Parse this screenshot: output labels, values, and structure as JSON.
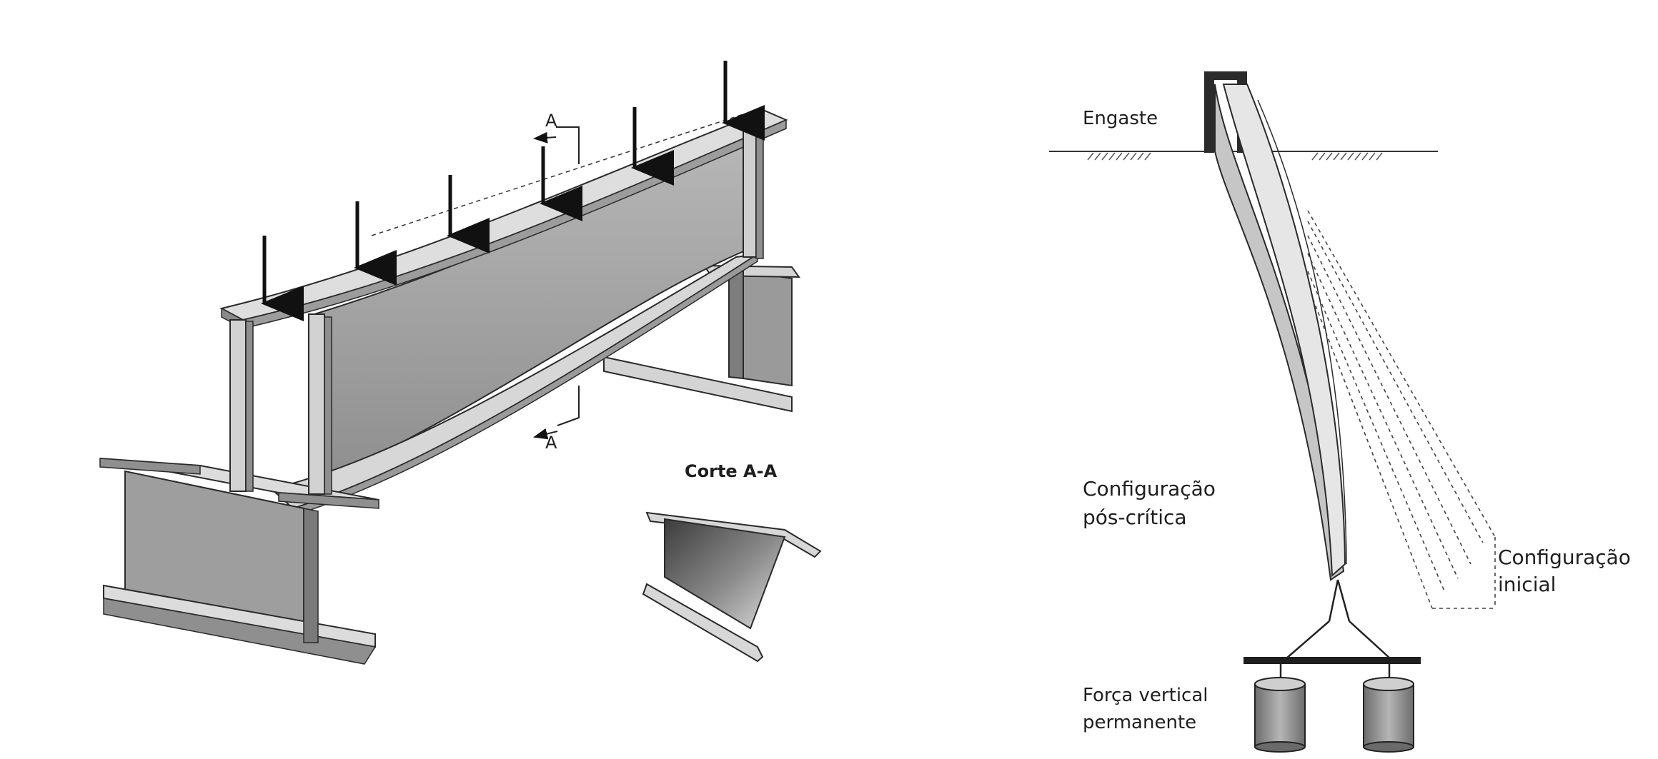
{
  "left_figure": {
    "section_marker_top": "A",
    "section_marker_bottom": "A",
    "section_title": "Corte A-A"
  },
  "right_figure": {
    "support_label": "Engaste",
    "postcritical_label_line1": "Configuração",
    "postcritical_label_line2": "pós-crítica",
    "initial_label_line1": "Configuração",
    "initial_label_line2": "inicial",
    "force_label_line1": "Força vertical",
    "force_label_line2": "permanente"
  },
  "colors": {
    "steel_light": "#d9d9d9",
    "steel_mid": "#a9a9a9",
    "steel_dark": "#7a7a7a",
    "outline": "#2a2a2a",
    "text": "#1e1e1e"
  }
}
